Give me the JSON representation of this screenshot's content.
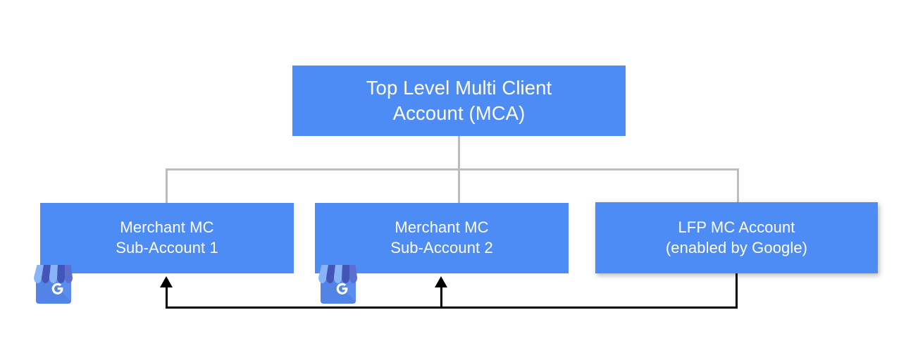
{
  "diagram": {
    "title": "Google Merchant Center account hierarchy",
    "colors": {
      "node_blue": "#4D8BF5",
      "connector_gray": "#BDBDBD",
      "feed_arrow_black": "#000000",
      "node_text": "#FFFFFF"
    },
    "nodes": [
      {
        "id": "top",
        "name": "top-level-mca",
        "line1": "Top Level Multi Client",
        "line2": "Account (MCA)"
      },
      {
        "id": "sub1",
        "name": "merchant-mc-sub-account-1",
        "line1": "Merchant MC",
        "line2": "Sub-Account 1",
        "icon": "google-my-business-icon"
      },
      {
        "id": "sub2",
        "name": "merchant-mc-sub-account-2",
        "line1": "Merchant MC",
        "line2": "Sub-Account 2",
        "icon": "google-my-business-icon"
      },
      {
        "id": "lfp",
        "name": "lfp-mc-account",
        "line1": "LFP MC Account",
        "line2": "(enabled by Google)"
      }
    ],
    "connectors": {
      "tree": "Top Level MCA branches to the three child accounts",
      "feed": "LFP MC Account feeds into Merchant MC Sub-Account 1 and Sub-Account 2"
    }
  }
}
